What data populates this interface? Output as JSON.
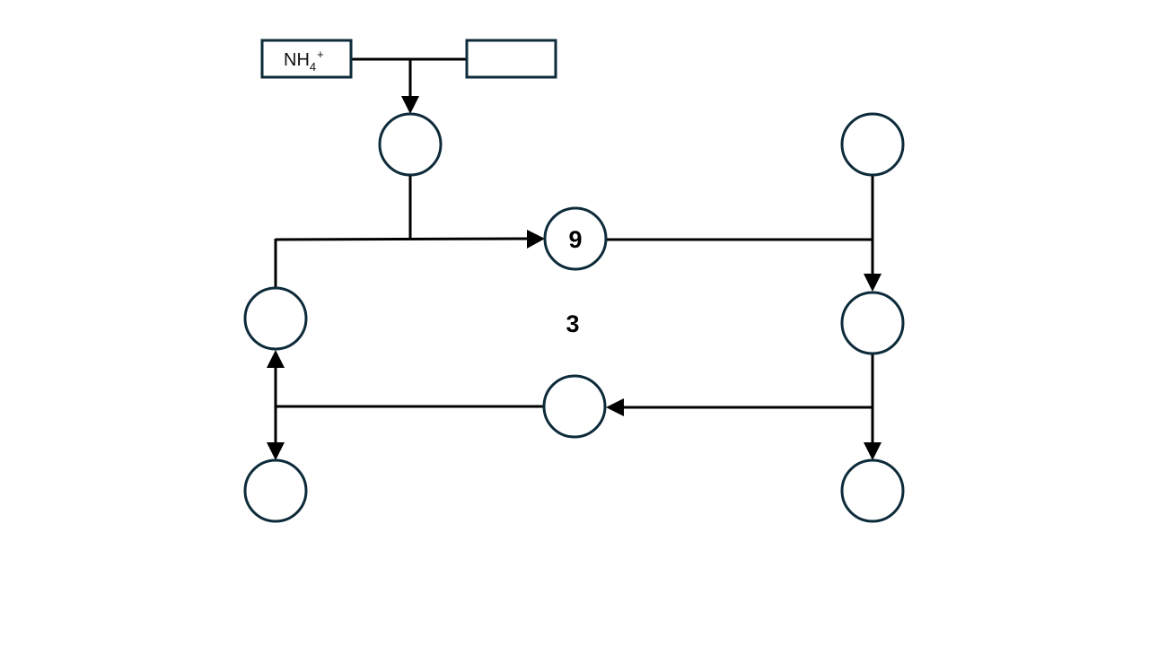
{
  "diagram": {
    "box_left": {
      "main": "NH",
      "subscript": "4",
      "superscript": "+"
    },
    "box_right": {
      "label": ""
    },
    "center_node_label": "9",
    "center_number": "3",
    "colors": {
      "stroke": "#0d2b3a",
      "edge": "#000000",
      "background": "#ffffff"
    }
  }
}
